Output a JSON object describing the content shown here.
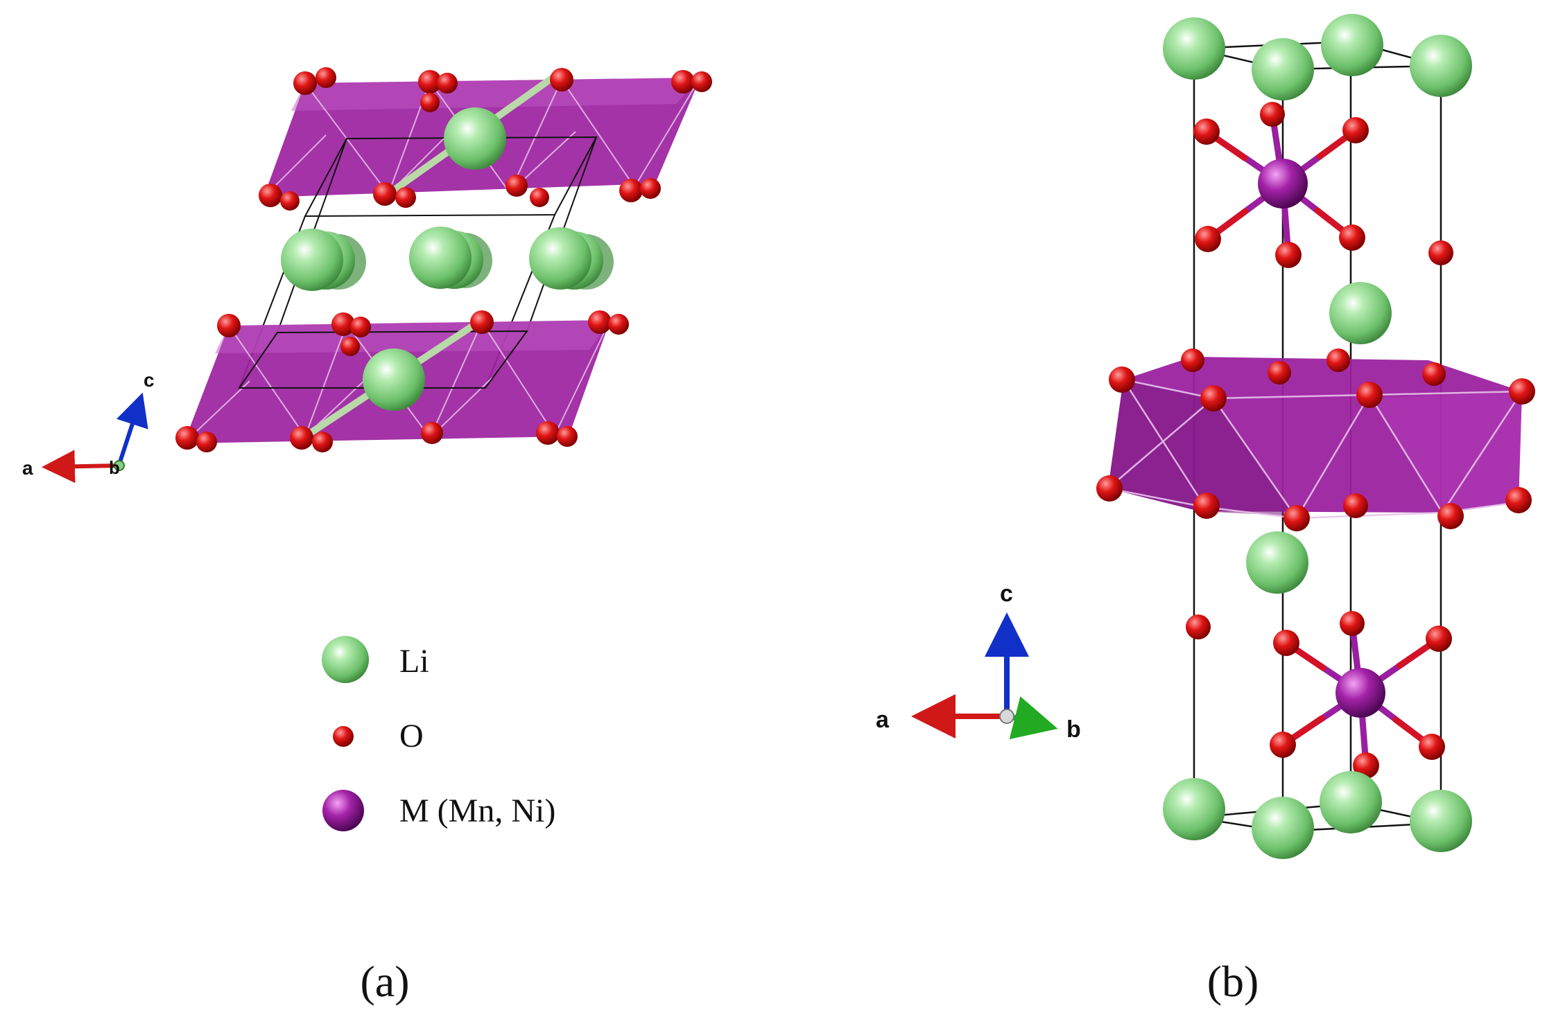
{
  "colors": {
    "li": "#7ed07e",
    "o": "#dd1111",
    "m": "#9a1ea0",
    "polyhedron": "#9c22a0",
    "bond_mo": "#9a1ea0",
    "axis_a": "#d01818",
    "axis_b": "#2aa52a",
    "axis_c": "#1030c8"
  },
  "panel_a": {
    "axes": {
      "a": "a",
      "b": "b",
      "c": "c"
    },
    "caption": "(a)"
  },
  "panel_b": {
    "axes": {
      "a": "a",
      "b": "b",
      "c": "c"
    },
    "caption": "(b)"
  },
  "legend": [
    {
      "symbol": "li-atom",
      "label": "Li"
    },
    {
      "symbol": "o-atom",
      "label": "O"
    },
    {
      "symbol": "m-atom",
      "label": "M (Mn, Ni)"
    }
  ]
}
